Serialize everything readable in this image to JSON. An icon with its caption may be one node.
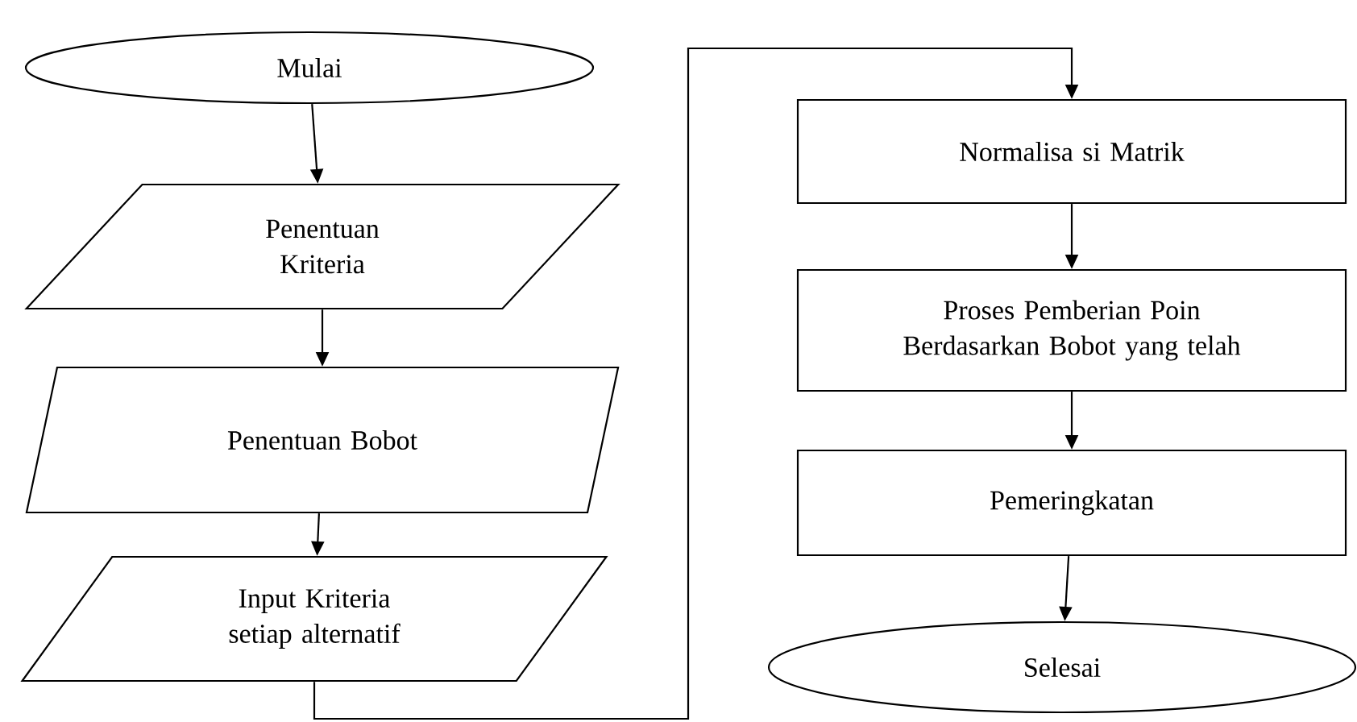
{
  "diagram": {
    "nodes": [
      {
        "text": [
          "Mulai"
        ]
      },
      {
        "text": [
          "Penentuan Kriteria"
        ]
      },
      {
        "text": [
          "Penentuan Bobot"
        ]
      },
      {
        "text": [
          "Input Kriteria setiap alternatif"
        ]
      },
      {
        "text": [
          "Normalisa si Matrik"
        ]
      },
      {
        "text": [
          "Proses Pemberian Poin Berdasarkan Bobot yang telah"
        ]
      },
      {
        "text": [
          "Pemeringkatan"
        ]
      },
      {
        "text": [
          "Selesai"
        ]
      }
    ],
    "edges": [
      {
        "from": 0,
        "to": 1,
        "arrow": "to"
      },
      {
        "from": 1,
        "to": 2,
        "arrow": "to"
      },
      {
        "from": 2,
        "to": 3,
        "arrow": "to"
      },
      {
        "from": 3,
        "to": 4,
        "arrow": "to"
      },
      {
        "from": 4,
        "to": 5,
        "arrow": "to"
      },
      {
        "from": 5,
        "to": 6,
        "arrow": "to"
      },
      {
        "from": 6,
        "to": 7,
        "arrow": "to"
      }
    ]
  }
}
